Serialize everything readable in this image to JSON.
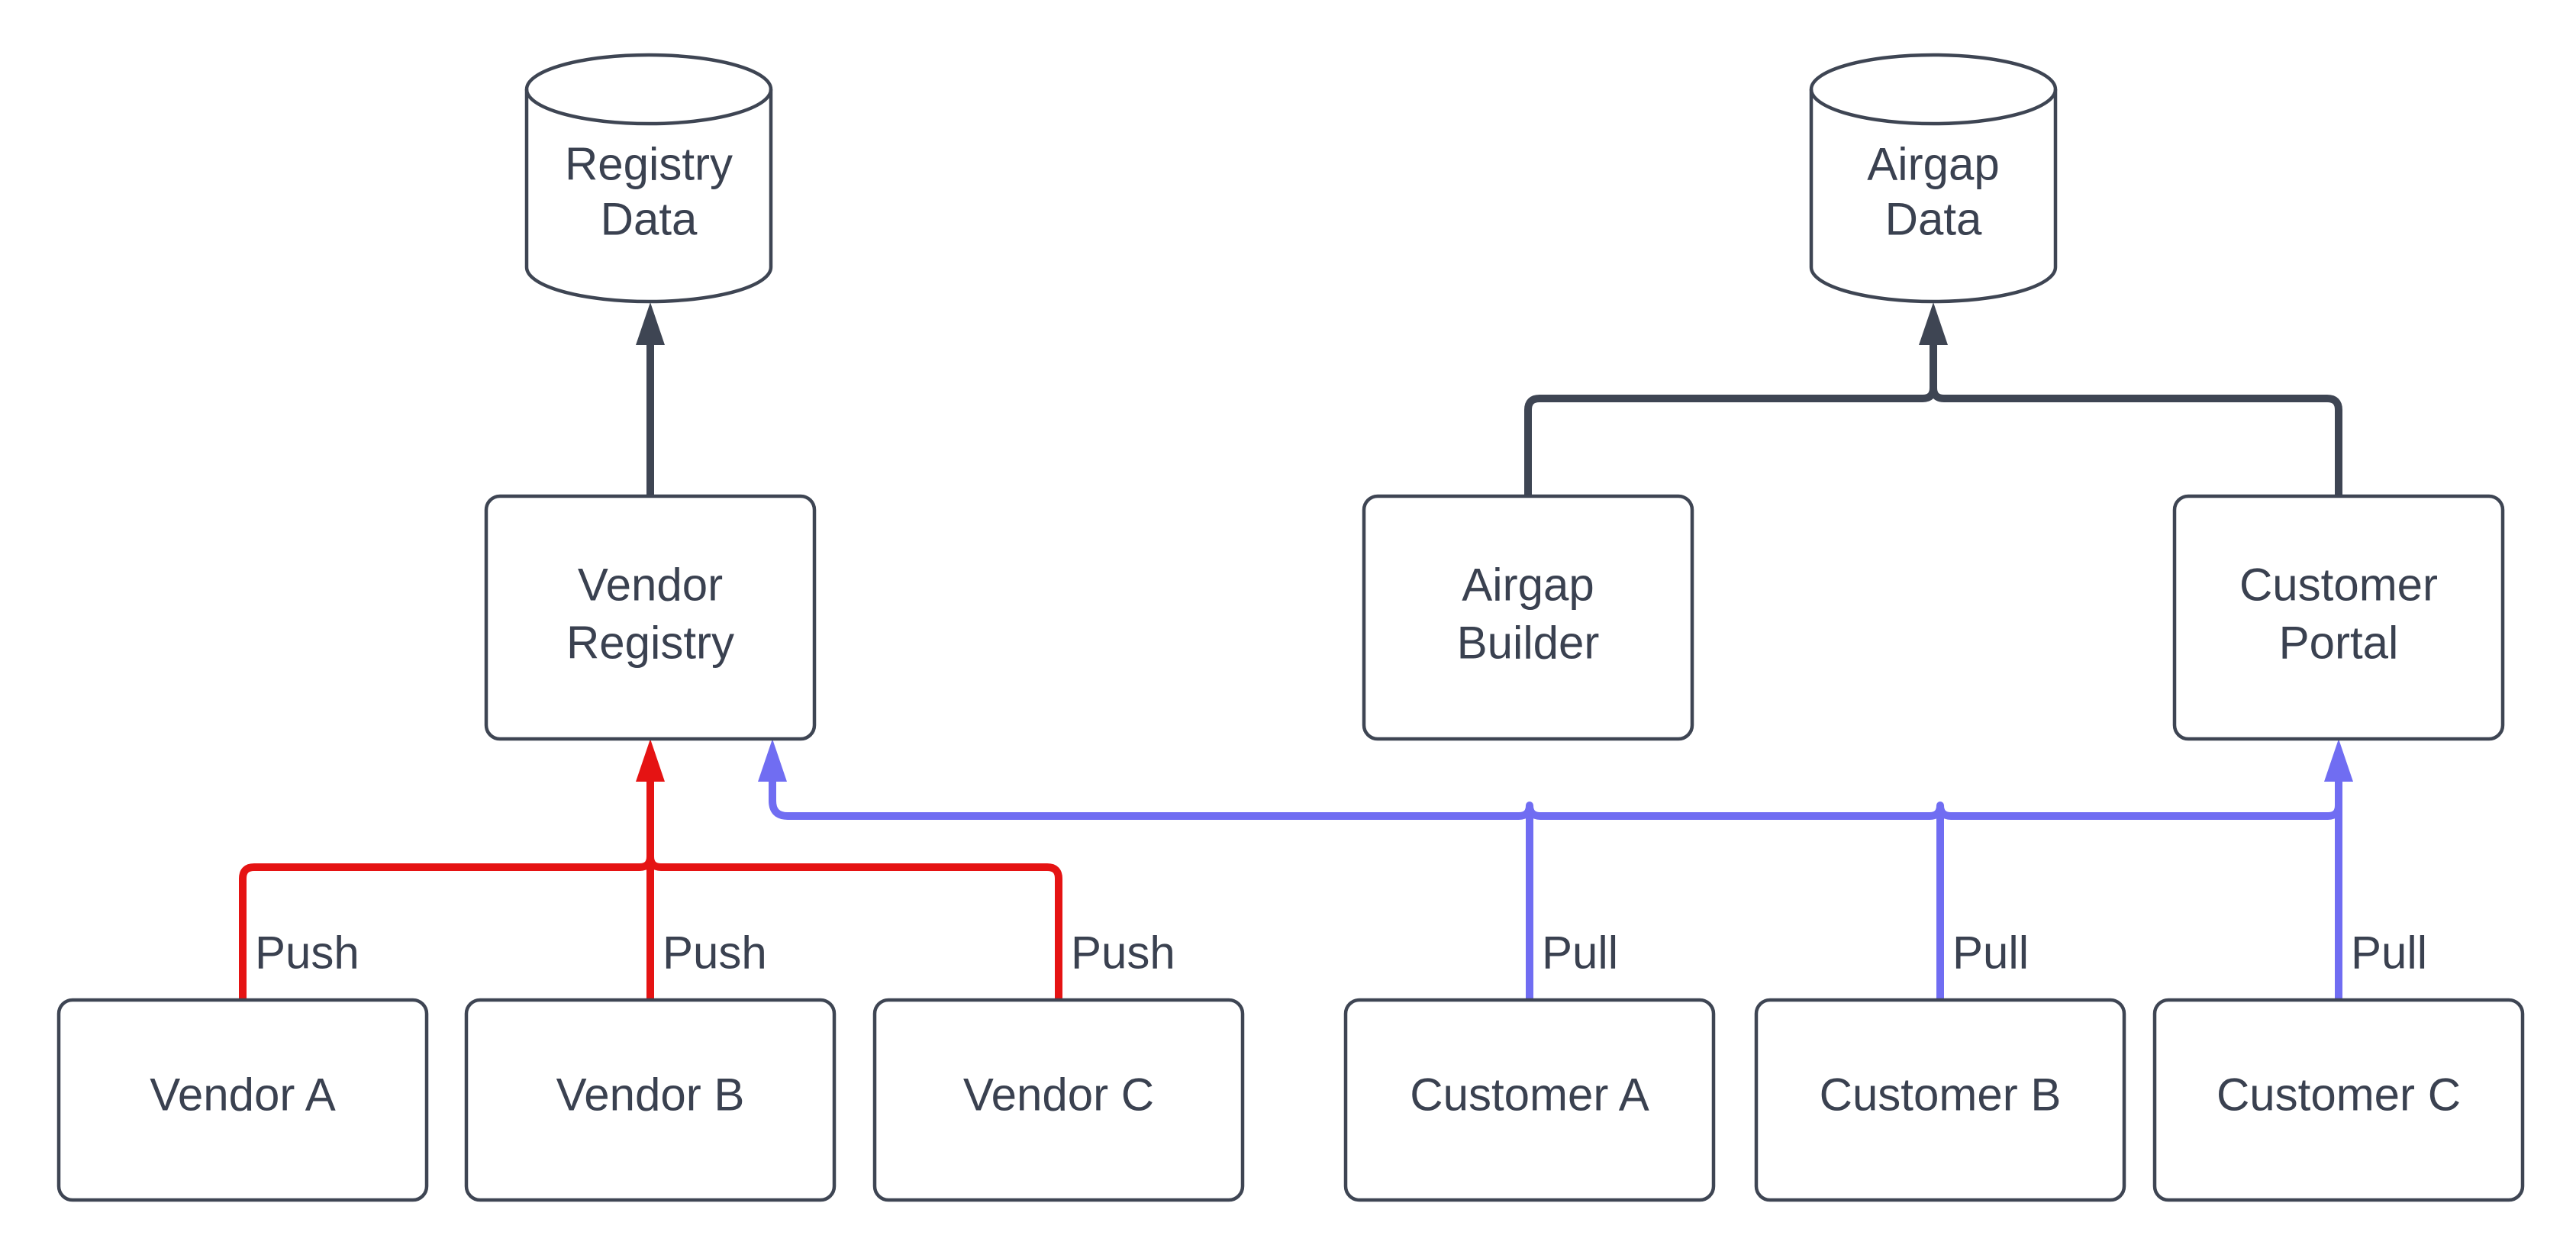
{
  "diagram": {
    "background": "#ffffff",
    "colors": {
      "node_border": "#3e4553",
      "node_fill": "#ffffff",
      "text": "#3a4150",
      "flow": "#3e4553",
      "push": "#e51313",
      "pull": "#706df2"
    },
    "nodes": {
      "registry_data": {
        "line1": "Registry",
        "line2": "Data",
        "shape": "cylinder"
      },
      "airgap_data": {
        "line1": "Airgap",
        "line2": "Data",
        "shape": "cylinder"
      },
      "vendor_registry": {
        "line1": "Vendor",
        "line2": "Registry",
        "shape": "rectangle"
      },
      "airgap_builder": {
        "line1": "Airgap",
        "line2": "Builder",
        "shape": "rectangle"
      },
      "customer_portal": {
        "line1": "Customer",
        "line2": "Portal",
        "shape": "rectangle"
      },
      "vendor_a": {
        "label": "Vendor A",
        "shape": "rectangle"
      },
      "vendor_b": {
        "label": "Vendor B",
        "shape": "rectangle"
      },
      "vendor_c": {
        "label": "Vendor C",
        "shape": "rectangle"
      },
      "customer_a": {
        "label": "Customer A",
        "shape": "rectangle"
      },
      "customer_b": {
        "label": "Customer B",
        "shape": "rectangle"
      },
      "customer_c": {
        "label": "Customer C",
        "shape": "rectangle"
      }
    },
    "edge_labels": {
      "push": [
        "Push",
        "Push",
        "Push"
      ],
      "pull": [
        "Pull",
        "Pull",
        "Pull"
      ]
    }
  }
}
